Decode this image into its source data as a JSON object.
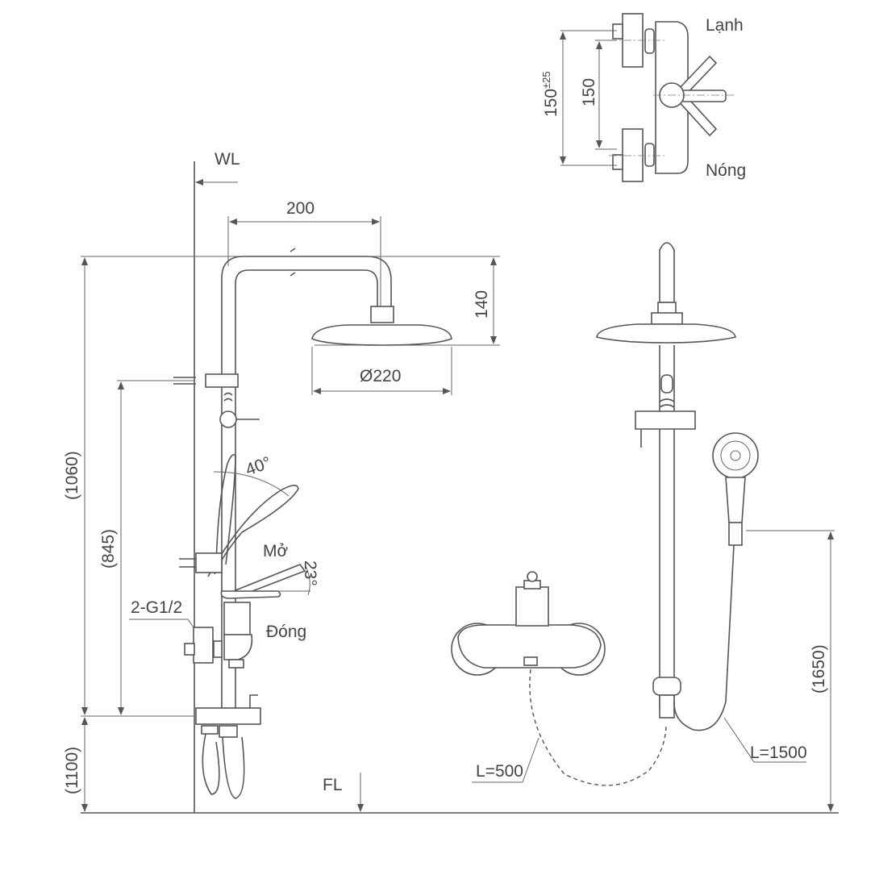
{
  "labels": {
    "wall_level": "WL",
    "floor_level": "FL",
    "arm_length": "200",
    "head_height": "140",
    "head_diameter": "Ø220",
    "total_height": "(1060)",
    "holder_height": "(845)",
    "mixer_height": "(1100)",
    "inlet": "2-G1/2",
    "handshower_angle": "40°",
    "open": "Mở",
    "lever_angle": "23°",
    "closed": "Đóng",
    "hose_short": "L=500",
    "hose_long": "L=1500",
    "hand_height": "(1650)",
    "cold": "Lạnh",
    "hot": "Nóng",
    "center_distance": "150",
    "center_tolerance": "±25",
    "center_distance_fixed": "150"
  }
}
